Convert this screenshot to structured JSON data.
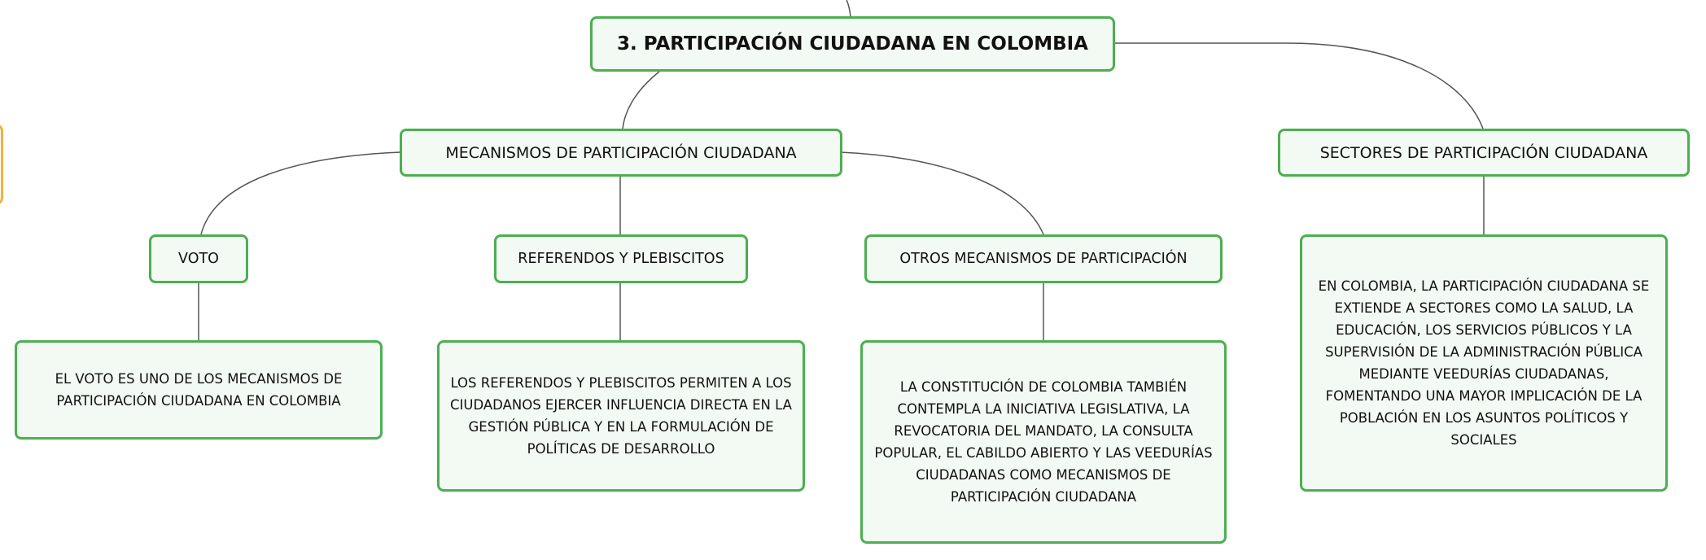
{
  "map": {
    "root": {
      "label": "3. PARTICIPACIÓN CIUDADANA EN COLOMBIA"
    },
    "mecanismos": {
      "label": "MECANISMOS DE PARTICIPACIÓN CIUDADANA",
      "voto": {
        "label": "VOTO",
        "detail": "EL VOTO ES UNO DE LOS MECANISMOS DE PARTICIPACIÓN CIUDADANA EN COLOMBIA"
      },
      "referendos": {
        "label": "REFERENDOS Y PLEBISCITOS",
        "detail": "LOS REFERENDOS Y PLEBISCITOS PERMITEN A LOS CIUDADANOS EJERCER INFLUENCIA DIRECTA EN LA GESTIÓN PÚBLICA Y EN LA FORMULACIÓN DE POLÍTICAS DE DESARROLLO"
      },
      "otros": {
        "label": "OTROS MECANISMOS DE PARTICIPACIÓN",
        "detail": "LA CONSTITUCIÓN DE COLOMBIA TAMBIÉN CONTEMPLA LA INICIATIVA LEGISLATIVA, LA REVOCATORIA DEL MANDATO, LA CONSULTA POPULAR, EL CABILDO ABIERTO Y LAS VEEDURÍAS CIUDADANAS COMO MECANISMOS DE PARTICIPACIÓN CIUDADANA"
      }
    },
    "sectores": {
      "label": "SECTORES DE PARTICIPACIÓN CIUDADANA",
      "detail": "EN COLOMBIA, LA PARTICIPACIÓN CIUDADANA SE EXTIENDE A SECTORES COMO LA SALUD, LA EDUCACIÓN, LOS SERVICIOS PÚBLICOS Y LA SUPERVISIÓN DE LA ADMINISTRACIÓN PÚBLICA MEDIANTE VEEDURÍAS CIUDADANAS, FOMENTANDO UNA MAYOR IMPLICACIÓN DE LA POBLACIÓN EN LOS ASUNTOS POLÍTICOS Y SOCIALES"
    },
    "colors": {
      "node_border": "#4caf50",
      "node_fill": "#f3f9f3",
      "connector": "#555555",
      "side_node_border": "#f5b041"
    }
  }
}
